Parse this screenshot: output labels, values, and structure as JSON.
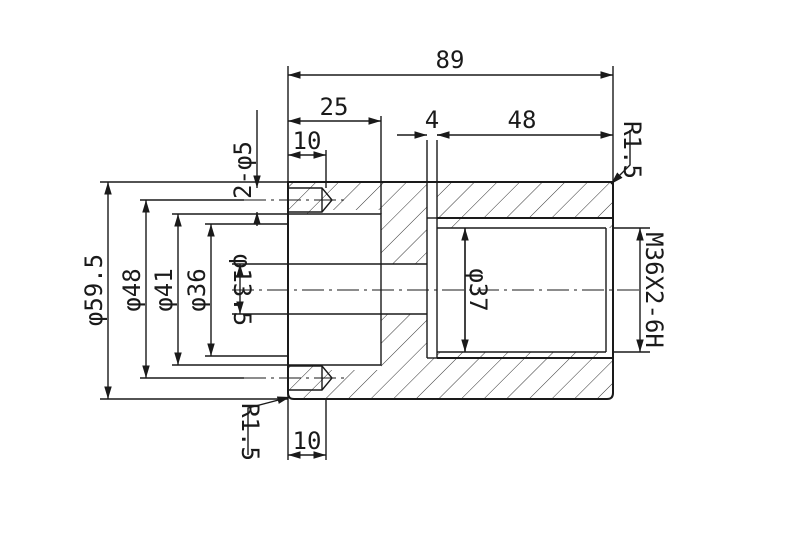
{
  "drawing": {
    "stroke_color": "#1a1a1a",
    "background_color": "#ffffff",
    "dimensions": {
      "overall_length": "89",
      "flange_depth": "25",
      "groove_width": "4",
      "bore_depth": "48",
      "hole_depth_top": "10",
      "hole_depth_bottom": "10",
      "hole_callout": "2-φ5",
      "outer_diameter": "φ59.5",
      "hole_circle_diameter": "φ48",
      "counterbore_41": "φ41",
      "counterbore_36": "φ36",
      "through_hole": "φ13.5",
      "groove_diameter": "φ37",
      "thread_spec": "M36X2-6H",
      "fillet_top": "R1.5",
      "fillet_bottom": "R1.5"
    }
  }
}
